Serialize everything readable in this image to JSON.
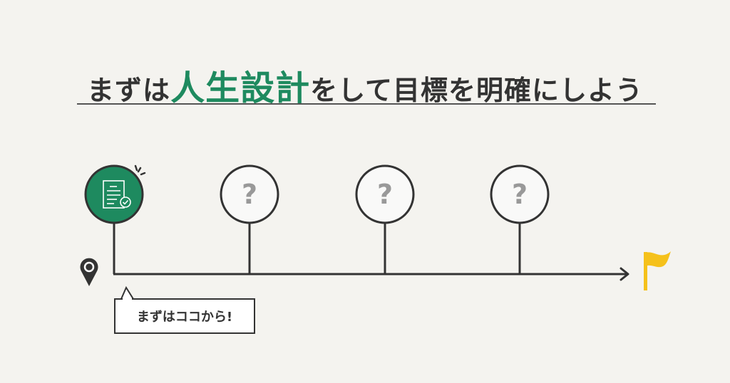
{
  "title": {
    "prefix": "まずは",
    "highlight": "人生設計",
    "suffix": "をして目標を明確にしよう",
    "highlight_color": "#1e8a5f"
  },
  "timeline": {
    "start_icon": "location-pin-icon",
    "end_icon": "goal-flag-icon",
    "flag_color": "#f5c11b",
    "milestones": [
      {
        "type": "current",
        "icon": "document-check-icon",
        "fill": "#1e8a5f"
      },
      {
        "type": "unknown",
        "label": "?"
      },
      {
        "type": "unknown",
        "label": "?"
      },
      {
        "type": "unknown",
        "label": "?"
      }
    ]
  },
  "callout": {
    "text": "まずはココから!"
  }
}
